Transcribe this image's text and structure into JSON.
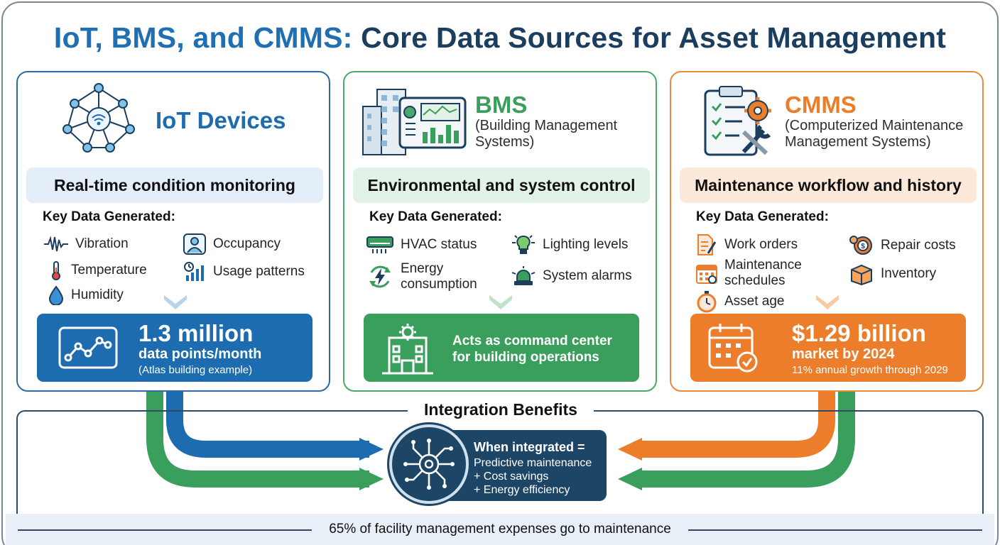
{
  "title": {
    "part1": "IoT, BMS, and CMMS:",
    "part2": "Core Data Sources for Asset Management"
  },
  "colors": {
    "iot": "#1e6cb0",
    "bms": "#3a9f5c",
    "cmms": "#ec7d2a",
    "navy": "#1d4566"
  },
  "key_data_label": "Key Data Generated:",
  "iot": {
    "title": "IoT Devices",
    "icon": "network-icon",
    "band": "Real-time condition monitoring",
    "items": [
      {
        "label": "Vibration",
        "icon": "waveform-icon"
      },
      {
        "label": "Temperature",
        "icon": "thermometer-icon"
      },
      {
        "label": "Humidity",
        "icon": "water-drop-icon"
      },
      {
        "label": "Occupancy",
        "icon": "person-icon"
      },
      {
        "label": "Usage patterns",
        "icon": "usage-chart-icon"
      }
    ],
    "stat": {
      "big": "1.3 million",
      "mid": "data points/month",
      "small": "(Atlas building example)",
      "icon": "line-chart-icon"
    }
  },
  "bms": {
    "title": "BMS",
    "subtitle_line1": "(Building Management",
    "subtitle_line2": "Systems)",
    "icon": "building-dashboard-icon",
    "band": "Environmental and system control",
    "items": [
      {
        "label": "HVAC status",
        "icon": "hvac-icon"
      },
      {
        "label_line1": "Energy",
        "label_line2": "consumption",
        "icon": "energy-cycle-icon"
      },
      {
        "label": "Lighting levels",
        "icon": "lightbulb-icon"
      },
      {
        "label": "System alarms",
        "icon": "alarm-light-icon"
      }
    ],
    "stat": {
      "line1": "Acts as command center",
      "line2": "for building operations",
      "icon": "building-gear-icon"
    }
  },
  "cmms": {
    "title": "CMMS",
    "subtitle_line1": "(Computerized Maintenance",
    "subtitle_line2": "Management Systems)",
    "icon": "checklist-tools-icon",
    "band": "Maintenance workflow and history",
    "items": [
      {
        "label": "Work orders",
        "icon": "document-pen-icon"
      },
      {
        "label_line1": "Maintenance",
        "label_line2": "schedules",
        "icon": "calendar-icon"
      },
      {
        "label": "Asset age",
        "icon": "stopwatch-icon"
      },
      {
        "label": "Repair costs",
        "icon": "gear-dollar-icon"
      },
      {
        "label": "Inventory",
        "icon": "box-icon"
      }
    ],
    "stat": {
      "big": "$1.29 billion",
      "mid": "market by 2024",
      "small": "11% annual growth through 2029",
      "icon": "calendar-check-icon"
    }
  },
  "integration": {
    "title": "Integration Benefits",
    "hub_title": "When integrated =",
    "benefits": [
      "Predictive maintenance",
      "+ Cost savings",
      "+ Energy efficiency"
    ],
    "hub_icon": "gear-circuit-icon"
  },
  "footer": "65% of facility management expenses go to maintenance"
}
